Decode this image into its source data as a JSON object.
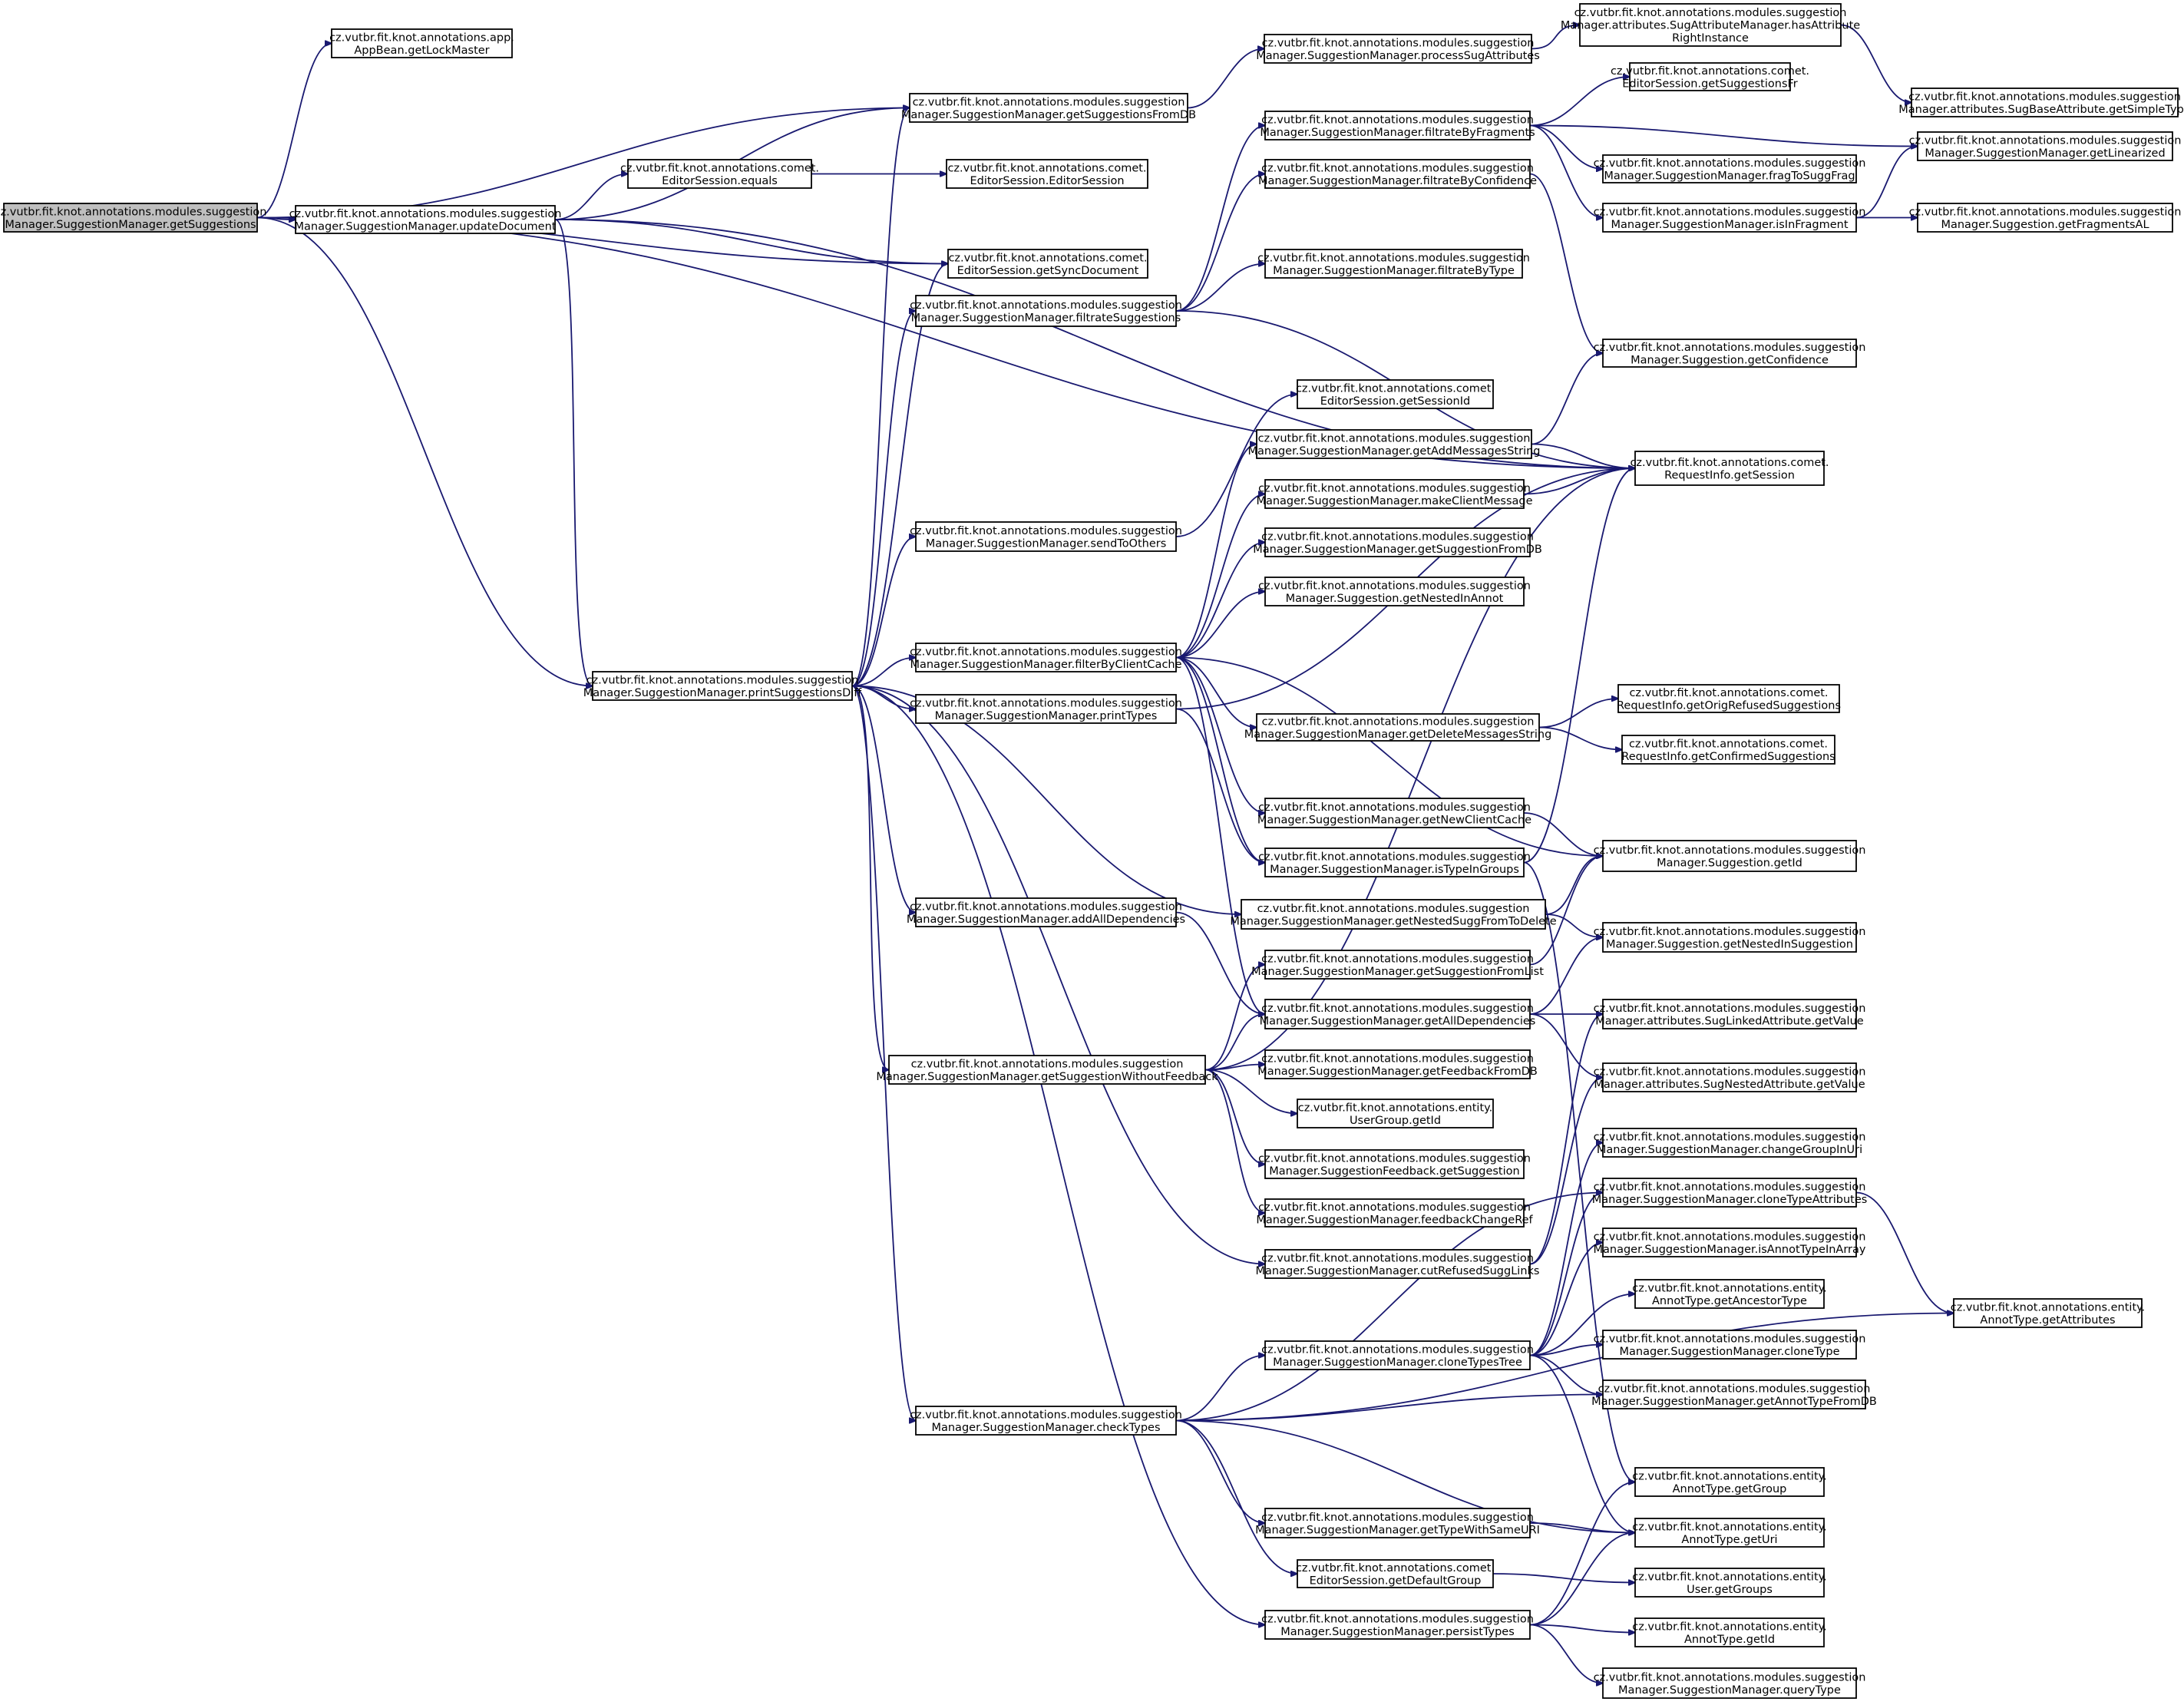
{
  "diagram": {
    "type": "call-graph",
    "root": "getSuggestions",
    "nodes": [
      {
        "id": "getSuggestions",
        "lines": [
          "cz.vutbr.fit.knot.annotations.modules.suggestion",
          "Manager.SuggestionManager.getSuggestions"
        ],
        "root": true
      },
      {
        "id": "getLockMaster",
        "lines": [
          "cz.vutbr.fit.knot.annotations.app.",
          "AppBean.getLockMaster"
        ]
      },
      {
        "id": "getSuggestionsFromDB",
        "lines": [
          "cz.vutbr.fit.knot.annotations.modules.suggestion",
          "Manager.SuggestionManager.getSuggestionsFromDB"
        ]
      },
      {
        "id": "updateDocument",
        "lines": [
          "cz.vutbr.fit.knot.annotations.modules.suggestion",
          "Manager.SuggestionManager.updateDocument"
        ]
      },
      {
        "id": "printSuggestionsDiff",
        "lines": [
          "cz.vutbr.fit.knot.annotations.modules.suggestion",
          "Manager.SuggestionManager.printSuggestionsDiff"
        ]
      },
      {
        "id": "equals",
        "lines": [
          "cz.vutbr.fit.knot.annotations.comet.",
          "EditorSession.equals"
        ]
      },
      {
        "id": "editorSessionCtor",
        "lines": [
          "cz.vutbr.fit.knot.annotations.comet.",
          "EditorSession.EditorSession"
        ]
      },
      {
        "id": "getSyncDocument",
        "lines": [
          "cz.vutbr.fit.knot.annotations.comet.",
          "EditorSession.getSyncDocument"
        ]
      },
      {
        "id": "processSugAttributes",
        "lines": [
          "cz.vutbr.fit.knot.annotations.modules.suggestion",
          "Manager.SuggestionManager.processSugAttributes"
        ]
      },
      {
        "id": "hasAttributeRightInstance",
        "lines": [
          "cz.vutbr.fit.knot.annotations.modules.suggestion",
          "Manager.attributes.SugAttributeManager.hasAttribute",
          "RightInstance"
        ]
      },
      {
        "id": "getSimpleType",
        "lines": [
          "cz.vutbr.fit.knot.annotations.modules.suggestion",
          "Manager.attributes.SugBaseAttribute.getSimpleType"
        ]
      },
      {
        "id": "filtrateByFragments",
        "lines": [
          "cz.vutbr.fit.knot.annotations.modules.suggestion",
          "Manager.SuggestionManager.filtrateByFragments"
        ]
      },
      {
        "id": "getSuggestionsFr",
        "lines": [
          "cz.vutbr.fit.knot.annotations.comet.",
          "EditorSession.getSuggestionsFr"
        ]
      },
      {
        "id": "getLinearized",
        "lines": [
          "cz.vutbr.fit.knot.annotations.modules.suggestion",
          "Manager.SuggestionManager.getLinearized"
        ]
      },
      {
        "id": "fragToSuggFrag",
        "lines": [
          "cz.vutbr.fit.knot.annotations.modules.suggestion",
          "Manager.SuggestionManager.fragToSuggFrag"
        ]
      },
      {
        "id": "isInFragment",
        "lines": [
          "cz.vutbr.fit.knot.annotations.modules.suggestion",
          "Manager.SuggestionManager.isInFragment"
        ]
      },
      {
        "id": "getFragmentsAL",
        "lines": [
          "cz.vutbr.fit.knot.annotations.modules.suggestion",
          "Manager.Suggestion.getFragmentsAL"
        ]
      },
      {
        "id": "filtrateByConfidence",
        "lines": [
          "cz.vutbr.fit.knot.annotations.modules.suggestion",
          "Manager.SuggestionManager.filtrateByConfidence"
        ]
      },
      {
        "id": "filtrateSuggestions",
        "lines": [
          "cz.vutbr.fit.knot.annotations.modules.suggestion",
          "Manager.SuggestionManager.filtrateSuggestions"
        ]
      },
      {
        "id": "filtrateByType",
        "lines": [
          "cz.vutbr.fit.knot.annotations.modules.suggestion",
          "Manager.SuggestionManager.filtrateByType"
        ]
      },
      {
        "id": "getConfidence",
        "lines": [
          "cz.vutbr.fit.knot.annotations.modules.suggestion",
          "Manager.Suggestion.getConfidence"
        ]
      },
      {
        "id": "getSessionId",
        "lines": [
          "cz.vutbr.fit.knot.annotations.comet.",
          "EditorSession.getSessionId"
        ]
      },
      {
        "id": "getAddMessagesString",
        "lines": [
          "cz.vutbr.fit.knot.annotations.modules.suggestion",
          "Manager.SuggestionManager.getAddMessagesString"
        ]
      },
      {
        "id": "getSession",
        "lines": [
          "cz.vutbr.fit.knot.annotations.comet.",
          "RequestInfo.getSession"
        ]
      },
      {
        "id": "makeClientMessage",
        "lines": [
          "cz.vutbr.fit.knot.annotations.modules.suggestion",
          "Manager.SuggestionManager.makeClientMessage"
        ]
      },
      {
        "id": "sendToOthers",
        "lines": [
          "cz.vutbr.fit.knot.annotations.modules.suggestion",
          "Manager.SuggestionManager.sendToOthers"
        ]
      },
      {
        "id": "getSuggestionFromDB",
        "lines": [
          "cz.vutbr.fit.knot.annotations.modules.suggestion",
          "Manager.SuggestionManager.getSuggestionFromDB"
        ]
      },
      {
        "id": "getNestedInAnnot",
        "lines": [
          "cz.vutbr.fit.knot.annotations.modules.suggestion",
          "Manager.Suggestion.getNestedInAnnot"
        ]
      },
      {
        "id": "filterByClientCache",
        "lines": [
          "cz.vutbr.fit.knot.annotations.modules.suggestion",
          "Manager.SuggestionManager.filterByClientCache"
        ]
      },
      {
        "id": "printTypes",
        "lines": [
          "cz.vutbr.fit.knot.annotations.modules.suggestion",
          "Manager.SuggestionManager.printTypes"
        ]
      },
      {
        "id": "getOrigRefusedSuggestions",
        "lines": [
          "cz.vutbr.fit.knot.annotations.comet.",
          "RequestInfo.getOrigRefusedSuggestions"
        ]
      },
      {
        "id": "getDeleteMessagesString",
        "lines": [
          "cz.vutbr.fit.knot.annotations.modules.suggestion",
          "Manager.SuggestionManager.getDeleteMessagesString"
        ]
      },
      {
        "id": "getConfirmedSuggestions",
        "lines": [
          "cz.vutbr.fit.knot.annotations.comet.",
          "RequestInfo.getConfirmedSuggestions"
        ]
      },
      {
        "id": "getNewClientCache",
        "lines": [
          "cz.vutbr.fit.knot.annotations.modules.suggestion",
          "Manager.SuggestionManager.getNewClientCache"
        ]
      },
      {
        "id": "suggestionGetId",
        "lines": [
          "cz.vutbr.fit.knot.annotations.modules.suggestion",
          "Manager.Suggestion.getId"
        ]
      },
      {
        "id": "isTypeInGroups",
        "lines": [
          "cz.vutbr.fit.knot.annotations.modules.suggestion",
          "Manager.SuggestionManager.isTypeInGroups"
        ]
      },
      {
        "id": "addAllDependencies",
        "lines": [
          "cz.vutbr.fit.knot.annotations.modules.suggestion",
          "Manager.SuggestionManager.addAllDependencies"
        ]
      },
      {
        "id": "getNestedSuggFromToDelete",
        "lines": [
          "cz.vutbr.fit.knot.annotations.modules.suggestion",
          "Manager.SuggestionManager.getNestedSuggFromToDelete"
        ]
      },
      {
        "id": "getNestedInSuggestion",
        "lines": [
          "cz.vutbr.fit.knot.annotations.modules.suggestion",
          "Manager.Suggestion.getNestedInSuggestion"
        ]
      },
      {
        "id": "getSuggestionFromList",
        "lines": [
          "cz.vutbr.fit.knot.annotations.modules.suggestion",
          "Manager.SuggestionManager.getSuggestionFromList"
        ]
      },
      {
        "id": "getAllDependencies",
        "lines": [
          "cz.vutbr.fit.knot.annotations.modules.suggestion",
          "Manager.SuggestionManager.getAllDependencies"
        ]
      },
      {
        "id": "linkedGetValue",
        "lines": [
          "cz.vutbr.fit.knot.annotations.modules.suggestion",
          "Manager.attributes.SugLinkedAttribute.getValue"
        ]
      },
      {
        "id": "getSuggestionWithoutFeedback",
        "lines": [
          "cz.vutbr.fit.knot.annotations.modules.suggestion",
          "Manager.SuggestionManager.getSuggestionWithoutFeedback"
        ]
      },
      {
        "id": "getFeedbackFromDB",
        "lines": [
          "cz.vutbr.fit.knot.annotations.modules.suggestion",
          "Manager.SuggestionManager.getFeedbackFromDB"
        ]
      },
      {
        "id": "nestedGetValue",
        "lines": [
          "cz.vutbr.fit.knot.annotations.modules.suggestion",
          "Manager.attributes.SugNestedAttribute.getValue"
        ]
      },
      {
        "id": "userGroupGetId",
        "lines": [
          "cz.vutbr.fit.knot.annotations.entity.",
          "UserGroup.getId"
        ]
      },
      {
        "id": "changeGroupInUri",
        "lines": [
          "cz.vutbr.fit.knot.annotations.modules.suggestion",
          "Manager.SuggestionManager.changeGroupInUri"
        ]
      },
      {
        "id": "getSuggestion",
        "lines": [
          "cz.vutbr.fit.knot.annotations.modules.suggestion",
          "Manager.SuggestionFeedback.getSuggestion"
        ]
      },
      {
        "id": "cloneTypeAttributes",
        "lines": [
          "cz.vutbr.fit.knot.annotations.modules.suggestion",
          "Manager.SuggestionManager.cloneTypeAttributes"
        ]
      },
      {
        "id": "feedbackChangeRef",
        "lines": [
          "cz.vutbr.fit.knot.annotations.modules.suggestion",
          "Manager.SuggestionManager.feedbackChangeRef"
        ]
      },
      {
        "id": "isAnnotTypeInArray",
        "lines": [
          "cz.vutbr.fit.knot.annotations.modules.suggestion",
          "Manager.SuggestionManager.isAnnotTypeInArray"
        ]
      },
      {
        "id": "cutRefusedSuggLinks",
        "lines": [
          "cz.vutbr.fit.knot.annotations.modules.suggestion",
          "Manager.SuggestionManager.cutRefusedSuggLinks"
        ]
      },
      {
        "id": "getAncestorType",
        "lines": [
          "cz.vutbr.fit.knot.annotations.entity.",
          "AnnotType.getAncestorType"
        ]
      },
      {
        "id": "getAttributes",
        "lines": [
          "cz.vutbr.fit.knot.annotations.entity.",
          "AnnotType.getAttributes"
        ]
      },
      {
        "id": "cloneTypesTree",
        "lines": [
          "cz.vutbr.fit.knot.annotations.modules.suggestion",
          "Manager.SuggestionManager.cloneTypesTree"
        ]
      },
      {
        "id": "cloneType",
        "lines": [
          "cz.vutbr.fit.knot.annotations.modules.suggestion",
          "Manager.SuggestionManager.cloneType"
        ]
      },
      {
        "id": "getAnnotTypeFromDB",
        "lines": [
          "cz.vutbr.fit.knot.annotations.modules.suggestion",
          "Manager.SuggestionManager.getAnnotTypeFromDB"
        ]
      },
      {
        "id": "checkTypes",
        "lines": [
          "cz.vutbr.fit.knot.annotations.modules.suggestion",
          "Manager.SuggestionManager.checkTypes"
        ]
      },
      {
        "id": "getGroup",
        "lines": [
          "cz.vutbr.fit.knot.annotations.entity.",
          "AnnotType.getGroup"
        ]
      },
      {
        "id": "getTypeWithSameURI",
        "lines": [
          "cz.vutbr.fit.knot.annotations.modules.suggestion",
          "Manager.SuggestionManager.getTypeWithSameURI"
        ]
      },
      {
        "id": "getUri",
        "lines": [
          "cz.vutbr.fit.knot.annotations.entity.",
          "AnnotType.getUri"
        ]
      },
      {
        "id": "getDefaultGroup",
        "lines": [
          "cz.vutbr.fit.knot.annotations.comet.",
          "EditorSession.getDefaultGroup"
        ]
      },
      {
        "id": "getGroups",
        "lines": [
          "cz.vutbr.fit.knot.annotations.entity.",
          "User.getGroups"
        ]
      },
      {
        "id": "persistTypes",
        "lines": [
          "cz.vutbr.fit.knot.annotations.modules.suggestion",
          "Manager.SuggestionManager.persistTypes"
        ]
      },
      {
        "id": "annotTypeGetId",
        "lines": [
          "cz.vutbr.fit.knot.annotations.entity.",
          "AnnotType.getId"
        ]
      },
      {
        "id": "queryType",
        "lines": [
          "cz.vutbr.fit.knot.annotations.modules.suggestion",
          "Manager.SuggestionManager.queryType"
        ]
      }
    ],
    "edges": [
      [
        "getSuggestions",
        "getLockMaster"
      ],
      [
        "getSuggestions",
        "getSuggestionsFromDB"
      ],
      [
        "getSuggestions",
        "updateDocument"
      ],
      [
        "getSuggestions",
        "getSyncDocument"
      ],
      [
        "getSuggestions",
        "getSession"
      ],
      [
        "getSuggestions",
        "printSuggestionsDiff"
      ],
      [
        "updateDocument",
        "getSuggestionsFromDB"
      ],
      [
        "updateDocument",
        "equals"
      ],
      [
        "updateDocument",
        "getSyncDocument"
      ],
      [
        "updateDocument",
        "getSession"
      ],
      [
        "updateDocument",
        "printSuggestionsDiff"
      ],
      [
        "equals",
        "editorSessionCtor"
      ],
      [
        "getSuggestionsFromDB",
        "processSugAttributes"
      ],
      [
        "processSugAttributes",
        "hasAttributeRightInstance"
      ],
      [
        "hasAttributeRightInstance",
        "getSimpleType"
      ],
      [
        "filtrateByFragments",
        "getSuggestionsFr"
      ],
      [
        "filtrateByFragments",
        "getLinearized"
      ],
      [
        "filtrateByFragments",
        "fragToSuggFrag"
      ],
      [
        "filtrateByFragments",
        "isInFragment"
      ],
      [
        "isInFragment",
        "getLinearized"
      ],
      [
        "isInFragment",
        "getFragmentsAL"
      ],
      [
        "filtrateByConfidence",
        "getConfidence"
      ],
      [
        "filtrateSuggestions",
        "filtrateByFragments"
      ],
      [
        "filtrateSuggestions",
        "filtrateByConfidence"
      ],
      [
        "filtrateSuggestions",
        "filtrateByType"
      ],
      [
        "filtrateSuggestions",
        "getSession"
      ],
      [
        "getAddMessagesString",
        "getConfidence"
      ],
      [
        "getAddMessagesString",
        "getSession"
      ],
      [
        "makeClientMessage",
        "getSession"
      ],
      [
        "sendToOthers",
        "getSessionId"
      ],
      [
        "printSuggestionsDiff",
        "getSuggestionsFromDB"
      ],
      [
        "printSuggestionsDiff",
        "getSyncDocument"
      ],
      [
        "printSuggestionsDiff",
        "filtrateSuggestions"
      ],
      [
        "printSuggestionsDiff",
        "sendToOthers"
      ],
      [
        "printSuggestionsDiff",
        "filterByClientCache"
      ],
      [
        "printSuggestionsDiff",
        "printTypes"
      ],
      [
        "printSuggestionsDiff",
        "getNestedSuggFromToDelete"
      ],
      [
        "printSuggestionsDiff",
        "addAllDependencies"
      ],
      [
        "printSuggestionsDiff",
        "getSuggestionWithoutFeedback"
      ],
      [
        "printSuggestionsDiff",
        "cutRefusedSuggLinks"
      ],
      [
        "printSuggestionsDiff",
        "checkTypes"
      ],
      [
        "printSuggestionsDiff",
        "persistTypes"
      ],
      [
        "filterByClientCache",
        "getAddMessagesString"
      ],
      [
        "filterByClientCache",
        "makeClientMessage"
      ],
      [
        "filterByClientCache",
        "getSuggestionFromDB"
      ],
      [
        "filterByClientCache",
        "getNestedInAnnot"
      ],
      [
        "filterByClientCache",
        "getDeleteMessagesString"
      ],
      [
        "filterByClientCache",
        "getNewClientCache"
      ],
      [
        "filterByClientCache",
        "suggestionGetId"
      ],
      [
        "filterByClientCache",
        "isTypeInGroups"
      ],
      [
        "filterByClientCache",
        "getAllDependencies"
      ],
      [
        "printTypes",
        "getSession"
      ],
      [
        "printTypes",
        "isTypeInGroups"
      ],
      [
        "getDeleteMessagesString",
        "getOrigRefusedSuggestions"
      ],
      [
        "getDeleteMessagesString",
        "getConfirmedSuggestions"
      ],
      [
        "getNewClientCache",
        "suggestionGetId"
      ],
      [
        "isTypeInGroups",
        "getSession"
      ],
      [
        "isTypeInGroups",
        "getGroup"
      ],
      [
        "getNestedSuggFromToDelete",
        "suggestionGetId"
      ],
      [
        "getNestedSuggFromToDelete",
        "getNestedInSuggestion"
      ],
      [
        "getSuggestionFromList",
        "suggestionGetId"
      ],
      [
        "addAllDependencies",
        "getAllDependencies"
      ],
      [
        "getAllDependencies",
        "getNestedInSuggestion"
      ],
      [
        "getAllDependencies",
        "linkedGetValue"
      ],
      [
        "getAllDependencies",
        "nestedGetValue"
      ],
      [
        "getSuggestionWithoutFeedback",
        "getSuggestionFromList"
      ],
      [
        "getSuggestionWithoutFeedback",
        "getAllDependencies"
      ],
      [
        "getSuggestionWithoutFeedback",
        "getSession"
      ],
      [
        "getSuggestionWithoutFeedback",
        "getFeedbackFromDB"
      ],
      [
        "getSuggestionWithoutFeedback",
        "userGroupGetId"
      ],
      [
        "getSuggestionWithoutFeedback",
        "getSuggestion"
      ],
      [
        "getSuggestionWithoutFeedback",
        "feedbackChangeRef"
      ],
      [
        "cutRefusedSuggLinks",
        "linkedGetValue"
      ],
      [
        "cutRefusedSuggLinks",
        "nestedGetValue"
      ],
      [
        "cloneTypesTree",
        "changeGroupInUri"
      ],
      [
        "cloneTypesTree",
        "cloneTypeAttributes"
      ],
      [
        "cloneTypesTree",
        "isAnnotTypeInArray"
      ],
      [
        "cloneTypesTree",
        "getAncestorType"
      ],
      [
        "cloneTypesTree",
        "cloneType"
      ],
      [
        "cloneTypesTree",
        "getAnnotTypeFromDB"
      ],
      [
        "cloneTypesTree",
        "getUri"
      ],
      [
        "cloneTypeAttributes",
        "getAttributes"
      ],
      [
        "checkTypes",
        "cloneTypesTree"
      ],
      [
        "checkTypes",
        "cloneTypeAttributes"
      ],
      [
        "checkTypes",
        "getAnnotTypeFromDB"
      ],
      [
        "checkTypes",
        "getAttributes"
      ],
      [
        "checkTypes",
        "getUri"
      ],
      [
        "checkTypes",
        "getTypeWithSameURI"
      ],
      [
        "checkTypes",
        "getDefaultGroup"
      ],
      [
        "getTypeWithSameURI",
        "getUri"
      ],
      [
        "getDefaultGroup",
        "getGroups"
      ],
      [
        "persistTypes",
        "getGroup"
      ],
      [
        "persistTypes",
        "getUri"
      ],
      [
        "persistTypes",
        "annotTypeGetId"
      ],
      [
        "persistTypes",
        "queryType"
      ]
    ]
  }
}
